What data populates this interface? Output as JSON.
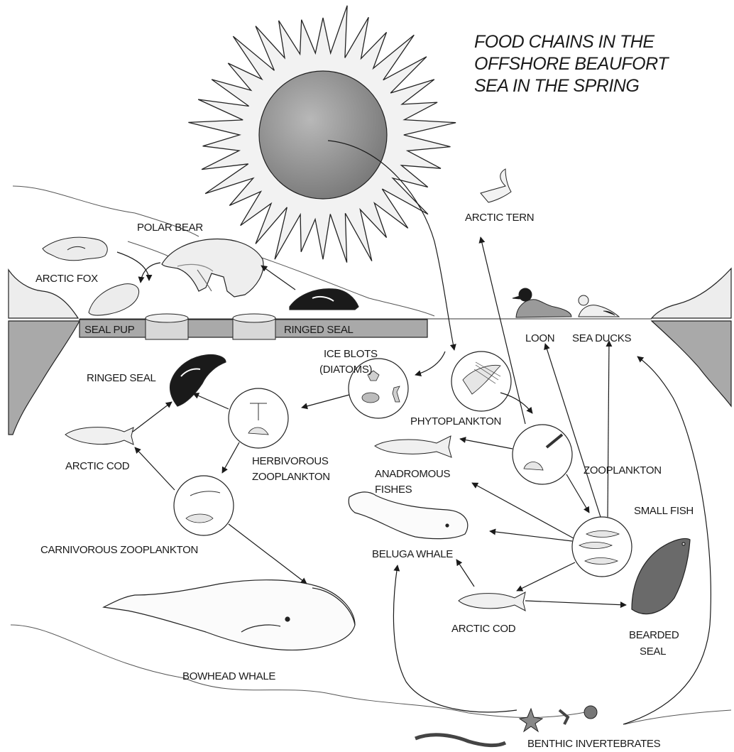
{
  "title_lines": [
    "FOOD CHAINS IN THE",
    "OFFSHORE BEAUFORT",
    "SEA IN THE SPRING"
  ],
  "labels": {
    "polar_bear": "POLAR BEAR",
    "arctic_fox": "ARCTIC FOX",
    "seal_pup": "SEAL PUP",
    "ringed_seal_ice": "RINGED SEAL",
    "ringed_seal": "RINGED SEAL",
    "arctic_tern": "ARCTIC TERN",
    "loon": "LOON",
    "sea_ducks": "SEA DUCKS",
    "ice_blots_1": "ICE BLOTS",
    "ice_blots_2": "(DIATOMS)",
    "phytoplankton": "PHYTOPLANKTON",
    "arctic_cod_left": "ARCTIC COD",
    "herbivorous_1": "HERBIVOROUS",
    "herbivorous_2": "ZOOPLANKTON",
    "zooplankton": "ZOOPLANKTON",
    "anadromous_1": "ANADROMOUS",
    "anadromous_2": "FISHES",
    "small_fish": "SMALL FISH",
    "carnivorous": "CARNIVOROUS ZOOPLANKTON",
    "beluga_whale": "BELUGA WHALE",
    "arctic_cod_right": "ARCTIC COD",
    "bearded_1": "BEARDED",
    "bearded_2": "SEAL",
    "bowhead_whale": "BOWHEAD WHALE",
    "benthic": "BENTHIC INVERTEBRATES"
  },
  "colors": {
    "ink": "#1a1a1a",
    "sun_core": "#8c8c8c",
    "water_gray": "#a9a9a9",
    "ice_gray": "#cfcfcf"
  }
}
